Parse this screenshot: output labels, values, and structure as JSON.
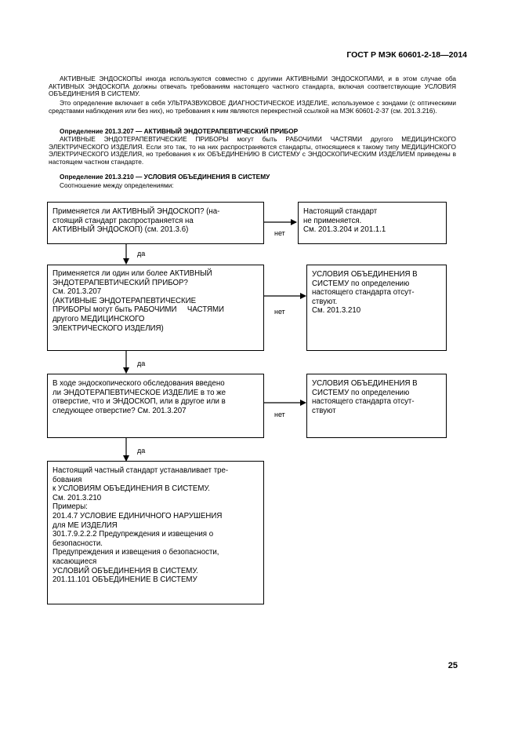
{
  "header": "ГОСТ Р МЭК 60601-2-18—2014",
  "paragraphs": [
    "АКТИВНЫЕ ЭНДОСКОПЫ иногда используются совместно с другими АКТИВНЫМИ ЭНДОСКОПАМИ, и в этом случае оба АКТИВНЫХ ЭНДОСКОПА должны отвечать требованиям настоящего частного стандарта, включая соответствующие УСЛОВИЯ ОБЪЕДИНЕНИЯ В СИСТЕМУ.",
    "Это определение включает в себя УЛЬТРАЗВУКОВОЕ ДИАГНОСТИЧЕСКОЕ ИЗДЕЛИЕ, используемое с зондами (с оптическими средствами наблюдения или без них), но требования к ним являются перекрестной ссылкой на МЭК 60601-2-37 (см. 201.3.216).",
    "Определение 201.3.207 — АКТИВНЫЙ ЭНДОТЕРАПЕВТИЧЕСКИЙ ПРИБОР",
    "АКТИВНЫЕ ЭНДОТЕРАПЕВТИЧЕСКИЕ ПРИБОРЫ могут быть РАБОЧИМИ ЧАСТЯМИ другого МЕДИЦИНСКОГО ЭЛЕКТРИЧЕСКОГО ИЗДЕЛИЯ. Если это так, то на них распространяются стандарты, относящиеся к такому типу МЕДИЦИНСКОГО ЭЛЕКТРИЧЕСКОГО ИЗДЕЛИЯ, но требования к их ОБЪЕДИНЕНИЮ В СИСТЕМУ с ЭНДОСКОПИЧЕСКИМ ИЗДЕЛИЕМ приведены в настоящем частном стандарте.",
    "Определение 201.3.210 — УСЛОВИЯ ОБЪЕДИНЕНИЯ В СИСТЕМУ",
    "Соотношение между определениями:"
  ],
  "flowchart": {
    "q1": [
      "Применяется ли АКТИВНЫЙ ЭНДОСКОП? (на-",
      "стоящий стандарт распространяется на",
      "АКТИВНЫЙ ЭНДОСКОП) (см. 201.3.6)"
    ],
    "r1": [
      "Настоящий стандарт",
      "не применяется.",
      "См. 201.3.204 и 201.1.1"
    ],
    "q2": [
      "Применяется ли один или более АКТИВНЫЙ",
      "ЭНДОТЕРАПЕВТИЧЕСКИЙ ПРИБОР?",
      "См. 201.3.207",
      "(АКТИВНЫЕ ЭНДОТЕРАПЕВТИЧЕСКИЕ",
      "ПРИБОРЫ могут быть РАБОЧИМИ     ЧАСТЯМИ",
      "другого МЕДИЦИНСКОГО",
      "ЭЛЕКТРИЧЕСКОГО ИЗДЕЛИЯ)"
    ],
    "r2": [
      "УСЛОВИЯ ОБЪЕДИНЕНИЯ В",
      "СИСТЕМУ по определению",
      "настоящего стандарта отсут-",
      "ствуют.",
      "См. 201.3.210"
    ],
    "q3": [
      "В ходе эндоскопического обследования введено",
      "ли ЭНДОТЕРАПЕВТИЧЕСКОЕ ИЗДЕЛИЕ в то же",
      "отверстие, что и ЭНДОСКОП, или в другое или в",
      "следующее отверстие? См. 201.3.207"
    ],
    "r3": [
      "УСЛОВИЯ ОБЪЕДИНЕНИЯ В",
      "СИСТЕМУ по определению",
      "настоящего стандарта отсут-",
      "ствуют"
    ],
    "final": [
      "Настоящий частный стандарт устанавливает тре-",
      "бования",
      "к УСЛОВИЯМ ОБЪЕДИНЕНИЯ В СИСТЕМУ.",
      "См. 201.3.210",
      "Примеры:",
      "201.4.7 УСЛОВИЕ ЕДИНИЧНОГО НАРУШЕНИЯ",
      "для МЕ ИЗДЕЛИЯ",
      "301.7.9.2.2.2 Предупреждения и извещения о",
      "безопасности.",
      "Предупреждения и извещения о безопасности,",
      "касающиеся",
      "УСЛОВИЙ ОБЪЕДИНЕНИЯ В СИСТЕМУ.",
      "201.11.101 ОБЪЕДИНЕНИЕ В СИСТЕМУ"
    ],
    "yes_label": "да",
    "no_label": "нет"
  },
  "page_number": "25"
}
